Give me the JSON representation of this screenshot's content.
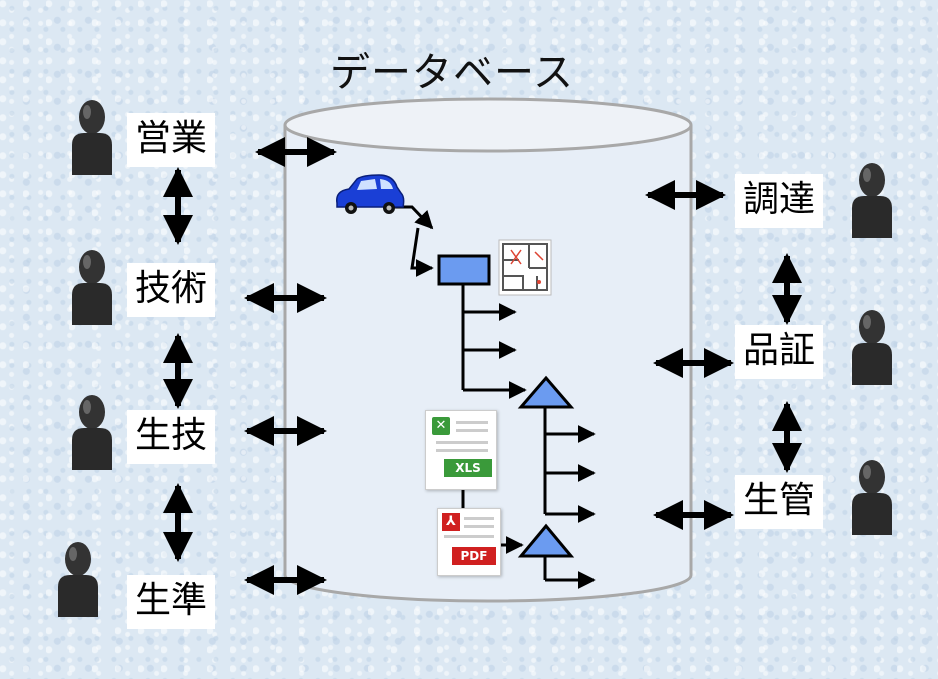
{
  "title": "データベース",
  "left_departments": [
    "営業",
    "技術",
    "生技",
    "生準"
  ],
  "right_departments": [
    "調達",
    "品証",
    "生管"
  ],
  "file_icons": {
    "spreadsheet": {
      "label": "XLS",
      "color": "#3a9a3a"
    },
    "pdf": {
      "label": "PDF",
      "color": "#d02020"
    }
  },
  "colors": {
    "block": "#6b9bf0",
    "cylinder": "#e7eef7",
    "car": "#1a3fd6"
  }
}
